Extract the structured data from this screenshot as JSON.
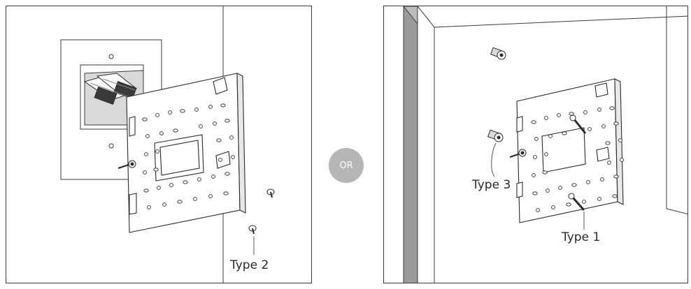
{
  "divider_label": "OR",
  "left_panel": {
    "callouts": {
      "screw": "Type 2"
    }
  },
  "right_panel": {
    "callouts": {
      "anchor": "Type 3",
      "screw": "Type 1"
    }
  }
}
